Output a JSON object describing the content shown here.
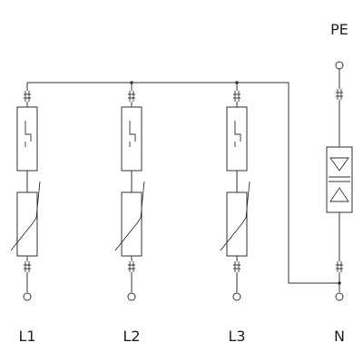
{
  "labels": {
    "pe": "PE",
    "l1": "L1",
    "l2": "L2",
    "l3": "L3",
    "n": "N"
  },
  "colors": {
    "line": "#333333",
    "background": "#ffffff"
  }
}
